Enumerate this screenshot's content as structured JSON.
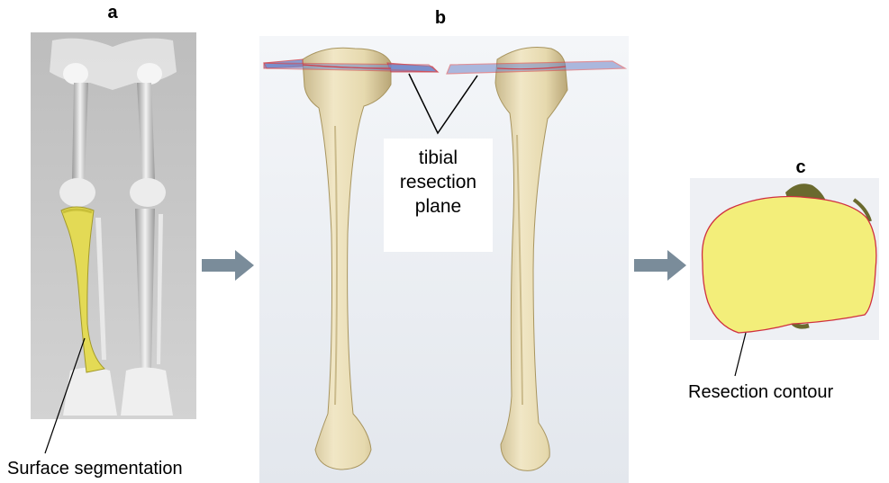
{
  "panels": {
    "a": {
      "letter": "a",
      "caption": "Surface segmentation"
    },
    "b": {
      "letter": "b",
      "label_lines": [
        "tibial",
        "resection",
        "plane"
      ]
    },
    "c": {
      "letter": "c",
      "caption": "Resection contour"
    }
  },
  "colors": {
    "xray_bg": "#c9c9c9",
    "segmentation_yellow": "#e3da55",
    "bone_beige": "#e8dcb4",
    "plane_blue": "#6f86c8",
    "plane_edge_red": "#d0404a",
    "contour_fill": "#f3ee7a",
    "contour_edge": "#d03040",
    "arrow_gray": "#7a8c9a",
    "panel_bg": "#eef0f4"
  }
}
